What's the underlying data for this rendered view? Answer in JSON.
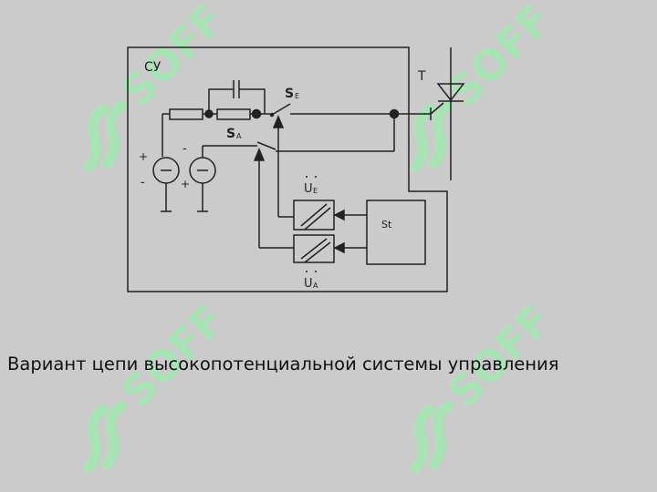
{
  "watermark": {
    "text": "SOFF",
    "logo_icon": "ss-logo-icon",
    "color": "#a8e5b4"
  },
  "diagram": {
    "labels": {
      "cy": "СУ",
      "se": "S",
      "se_sub": "E",
      "sa": "S",
      "sa_sub": "A",
      "t": "T",
      "ue": "U",
      "ue_sub": "E",
      "ua": "U",
      "ua_sub": "A",
      "st": "St",
      "plus_left": "+",
      "minus_left": "-",
      "minus_right": "-",
      "plus_right": "+"
    },
    "line_color": "#222222"
  },
  "caption": "Вариант цепи высокопотенциальной системы управления"
}
